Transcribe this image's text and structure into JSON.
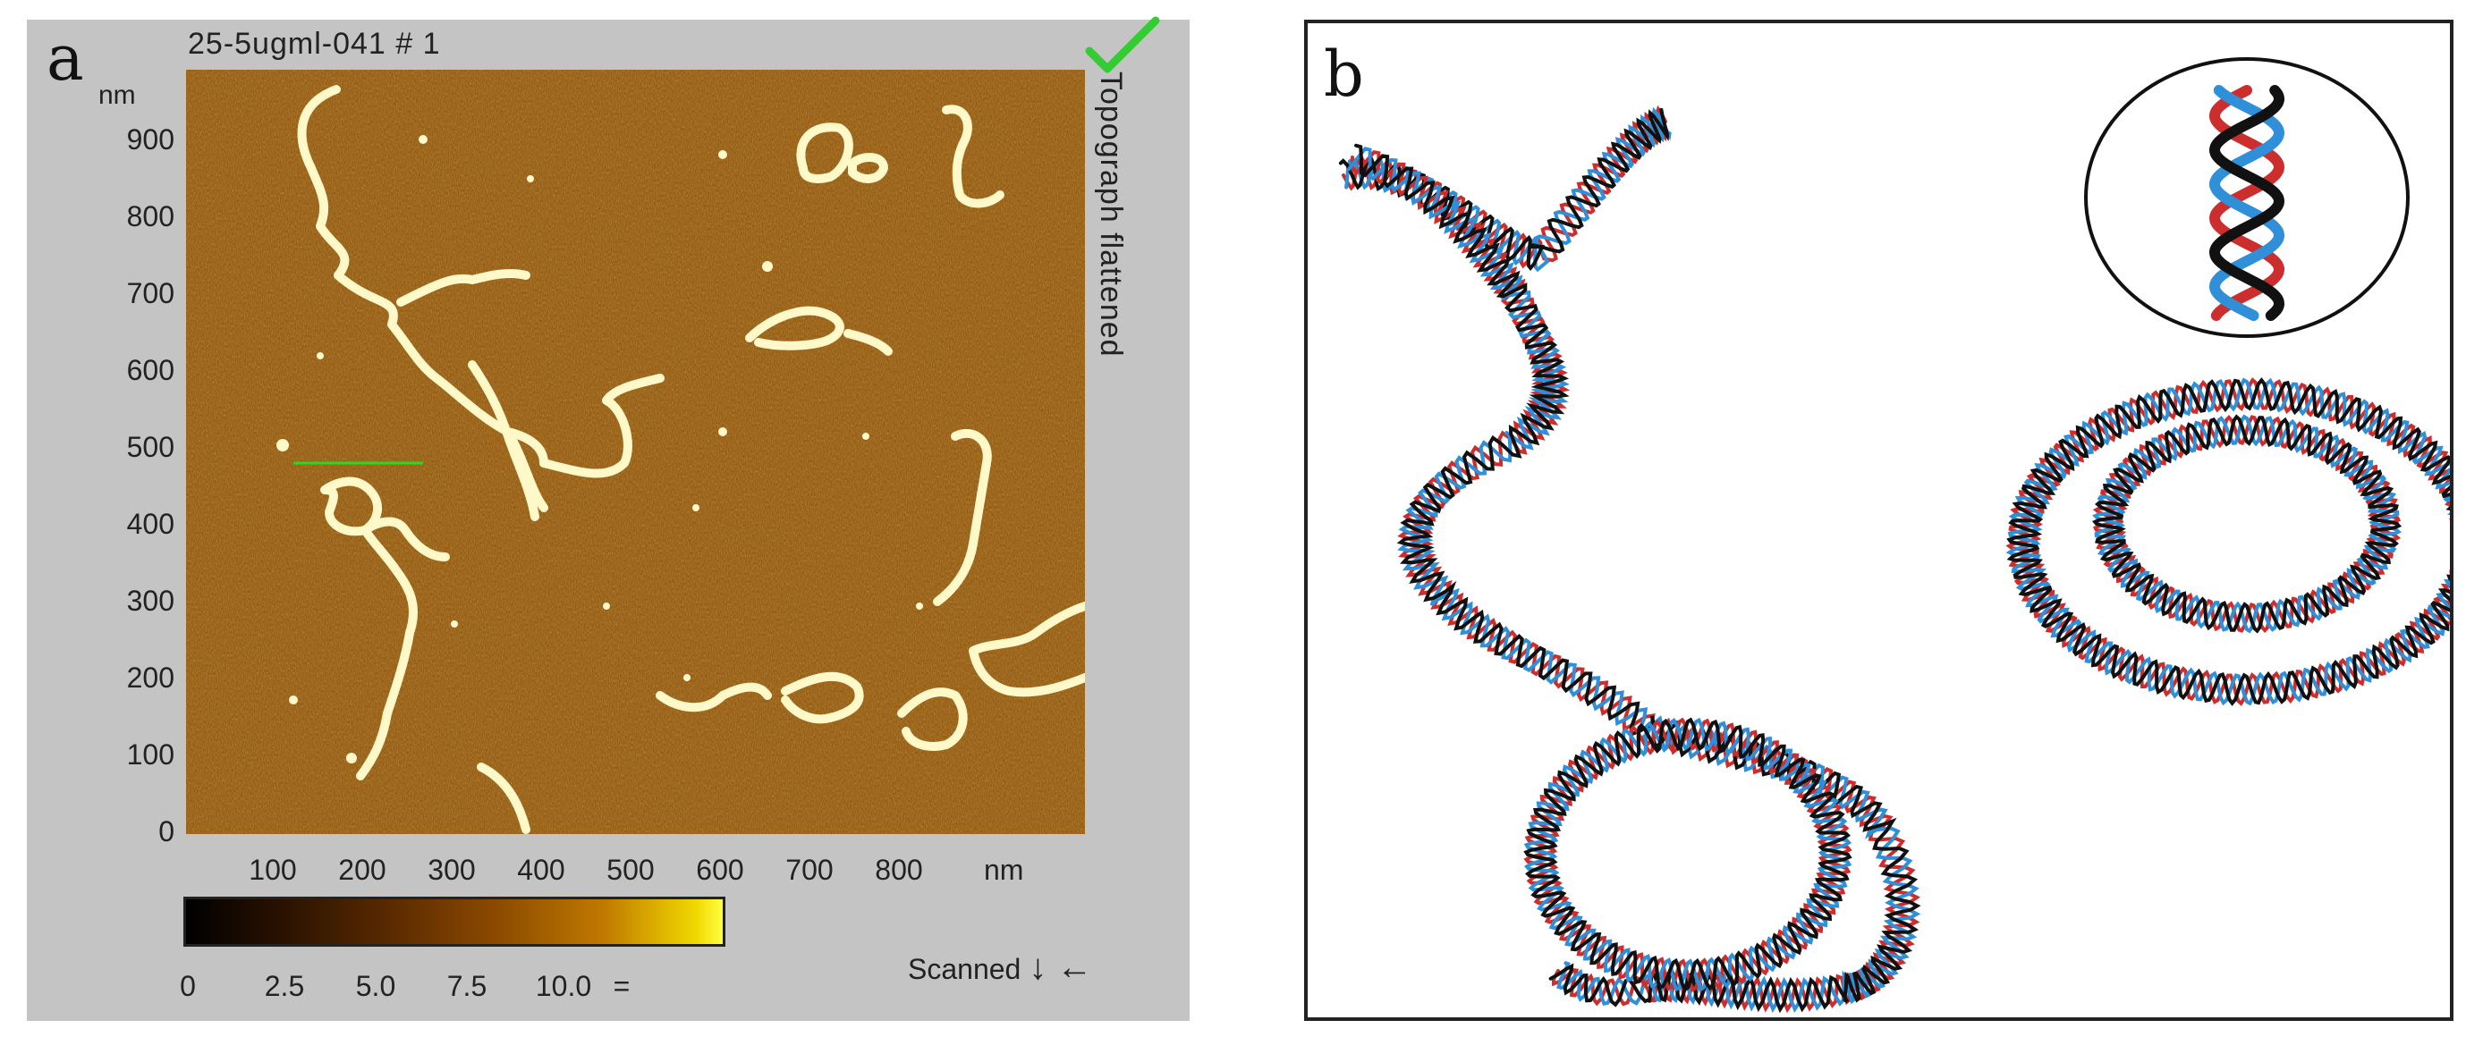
{
  "panel_a": {
    "letter": "a",
    "title": "25-5ugml-041 # 1",
    "y_unit": "nm",
    "y_ticks": [
      "900",
      "800",
      "700",
      "600",
      "500",
      "400",
      "300",
      "200",
      "100",
      "0"
    ],
    "x_ticks": [
      "100",
      "200",
      "300",
      "400",
      "500",
      "600",
      "700",
      "800"
    ],
    "x_unit": "nm",
    "side_label": "Topograph  flattened",
    "colorbar_ticks": [
      "0",
      "2.5",
      "5.0",
      "7.5",
      "10.0"
    ],
    "colorbar_unit": "=",
    "scanned_label": "Scanned",
    "scanned_arrows": "↓ ←",
    "colors": {
      "frame": "#c4c4c4",
      "background": "#8a4f0c",
      "molecule": "#fff8c8",
      "profile_line": "#22dd22",
      "check": "#33cc33"
    }
  },
  "panel_b": {
    "letter": "b",
    "colors": {
      "strand_red": "#cc2e2e",
      "strand_blue": "#2f8fd8",
      "strand_black": "#111111"
    }
  }
}
